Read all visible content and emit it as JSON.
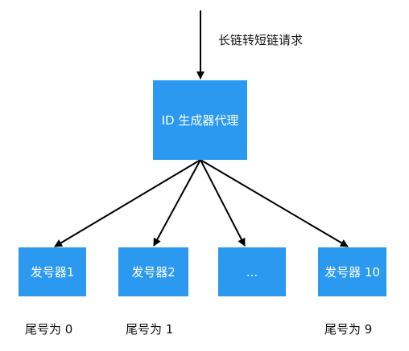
{
  "top": {
    "request_label": "长链转短链请求"
  },
  "proxy": {
    "label": "ID 生成器代理"
  },
  "issuers": [
    {
      "label": "发号器1",
      "tail_label": "尾号为 0"
    },
    {
      "label": "发号器2",
      "tail_label": "尾号为 1"
    },
    {
      "label": "...",
      "tail_label": ""
    },
    {
      "label": "发号器 10",
      "tail_label": "尾号为 9"
    }
  ],
  "colors": {
    "box_fill": "#2b99f0",
    "box_text": "#ffffff",
    "line": "#000000"
  }
}
